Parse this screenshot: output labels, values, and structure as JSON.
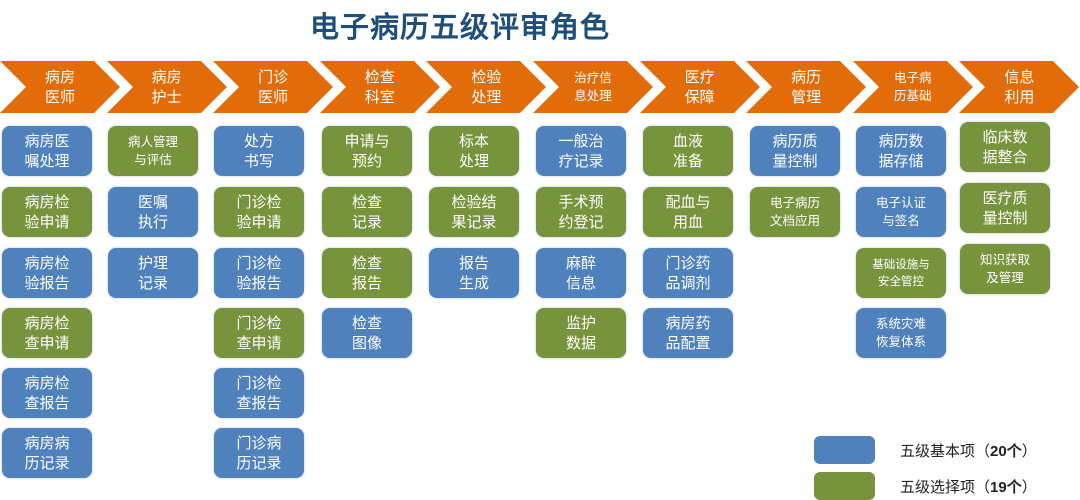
{
  "title": "电子病历五级评审角色",
  "colors": {
    "title": "#1f4e79",
    "chevron": "#e36c0a",
    "basic": "#4f81bd",
    "optional": "#77933c",
    "text_on_shape": "#ffffff"
  },
  "categories": [
    {
      "label": "病房\n医师",
      "small": false,
      "items": [
        {
          "label": "病房医\n嘱处理",
          "type": "basic"
        },
        {
          "label": "病房检\n验申请",
          "type": "optional"
        },
        {
          "label": "病房检\n验报告",
          "type": "basic"
        },
        {
          "label": "病房检\n查申请",
          "type": "optional"
        },
        {
          "label": "病房检\n查报告",
          "type": "basic"
        },
        {
          "label": "病房病\n历记录",
          "type": "basic"
        }
      ]
    },
    {
      "label": "病房\n护士",
      "small": false,
      "items": [
        {
          "label": "病人管理\n与评估",
          "type": "optional",
          "size": "small"
        },
        {
          "label": "医嘱\n执行",
          "type": "basic"
        },
        {
          "label": "护理\n记录",
          "type": "basic"
        }
      ]
    },
    {
      "label": "门诊\n医师",
      "small": false,
      "items": [
        {
          "label": "处方\n书写",
          "type": "basic"
        },
        {
          "label": "门诊检\n验申请",
          "type": "optional"
        },
        {
          "label": "门诊检\n验报告",
          "type": "basic"
        },
        {
          "label": "门诊检\n查申请",
          "type": "optional"
        },
        {
          "label": "门诊检\n查报告",
          "type": "basic"
        },
        {
          "label": "门诊病\n历记录",
          "type": "basic"
        }
      ]
    },
    {
      "label": "检查\n科室",
      "small": false,
      "items": [
        {
          "label": "申请与\n预约",
          "type": "optional"
        },
        {
          "label": "检查\n记录",
          "type": "optional"
        },
        {
          "label": "检查\n报告",
          "type": "optional"
        },
        {
          "label": "检查\n图像",
          "type": "basic"
        }
      ]
    },
    {
      "label": "检验\n处理",
      "small": false,
      "items": [
        {
          "label": "标本\n处理",
          "type": "optional"
        },
        {
          "label": "检验结\n果记录",
          "type": "optional"
        },
        {
          "label": "报告\n生成",
          "type": "basic"
        }
      ]
    },
    {
      "label": "治疗信\n息处理",
      "small": true,
      "items": [
        {
          "label": "一般治\n疗记录",
          "type": "basic"
        },
        {
          "label": "手术预\n约登记",
          "type": "optional"
        },
        {
          "label": "麻醉\n信息",
          "type": "basic"
        },
        {
          "label": "监护\n数据",
          "type": "optional"
        }
      ]
    },
    {
      "label": "医疗\n保障",
      "small": false,
      "items": [
        {
          "label": "血液\n准备",
          "type": "optional"
        },
        {
          "label": "配血与\n用血",
          "type": "optional"
        },
        {
          "label": "门诊药\n品调剂",
          "type": "basic"
        },
        {
          "label": "病房药\n品配置",
          "type": "basic"
        }
      ]
    },
    {
      "label": "病历\n管理",
      "small": false,
      "items": [
        {
          "label": "病历质\n量控制",
          "type": "basic"
        },
        {
          "label": "电子病历\n文档应用",
          "type": "optional",
          "size": "small"
        }
      ]
    },
    {
      "label": "电子病\n历基础",
      "small": true,
      "items": [
        {
          "label": "病历数\n据存储",
          "type": "basic"
        },
        {
          "label": "电子认证\n与签名",
          "type": "basic",
          "size": "small"
        },
        {
          "label": "基础设施与\n安全管控",
          "type": "optional",
          "size": "tiny"
        },
        {
          "label": "系统灾难\n恢复体系",
          "type": "basic",
          "size": "small"
        }
      ]
    },
    {
      "label": "信息\n利用",
      "small": false,
      "items": [
        {
          "label": "临床数\n据整合",
          "type": "optional"
        },
        {
          "label": "医疗质\n量控制",
          "type": "optional"
        },
        {
          "label": "知识获取\n及管理",
          "type": "optional",
          "size": "small"
        }
      ]
    }
  ],
  "legend": [
    {
      "type": "basic",
      "label": "五级基本项（",
      "count": "20个",
      "close": "）"
    },
    {
      "type": "optional",
      "label": "五级选择项（",
      "count": "19个",
      "close": "）"
    }
  ]
}
